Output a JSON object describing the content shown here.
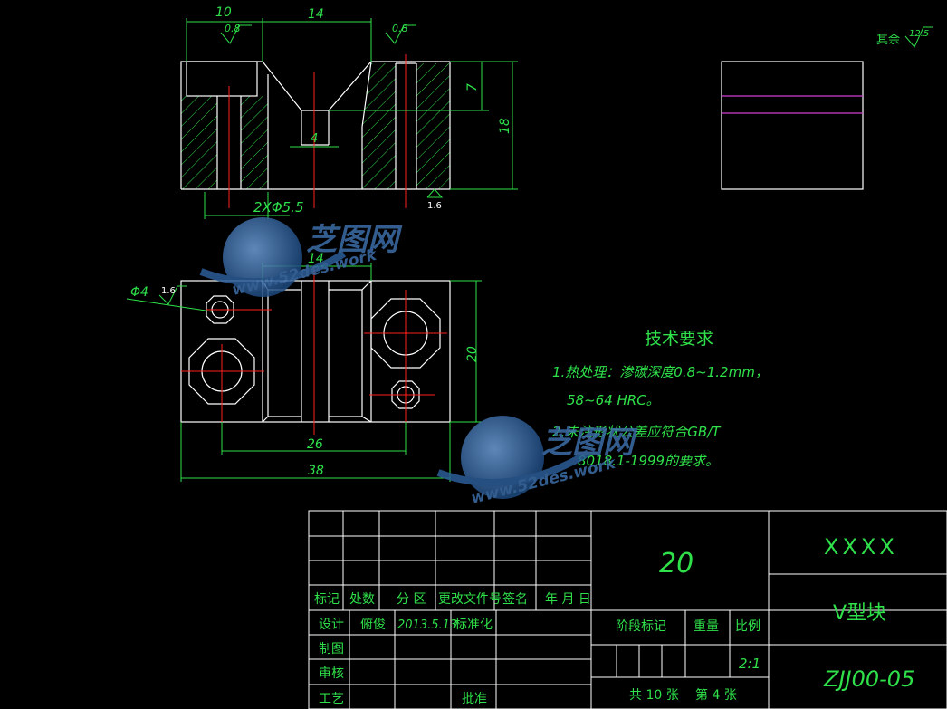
{
  "dimensions": {
    "top_width_left": "10",
    "top_width_mid": "14",
    "top_rough_left": "0.8",
    "top_rough_right": "0.8",
    "depth_7": "7",
    "height_18": "18",
    "groove_bottom": "4",
    "hole_spec": "2XΦ5.5",
    "bottom_rough": "1.6",
    "plan_groove": "14",
    "small_hole": "Φ4",
    "small_hole_rough": "1.6",
    "plan_height": "20",
    "hole_spacing": "26",
    "overall_length": "38"
  },
  "roughness_note": {
    "label": "其余",
    "value": "12.5"
  },
  "tech_requirements": {
    "title": "技术要求",
    "lines": [
      "1.热处理：渗碳深度0.8~1.2mm，",
      "58~64 HRC。",
      "2.未注形状公差应符合GB/T",
      "8018.1-1999的要求。"
    ]
  },
  "title_block": {
    "header_row": [
      "标记",
      "处数",
      "分 区",
      "更改文件号",
      "签名",
      "年 月 日"
    ],
    "designer_label": "设计",
    "designer_name": "俯俊",
    "design_date": "2013.5.13",
    "standardize_label": "标准化",
    "draw_label": "制图",
    "review_label": "审核",
    "process_label": "工艺",
    "approve_label": "批准",
    "material": "20",
    "stage_label": "阶段标记",
    "weight_label": "重量",
    "scale_label": "比例",
    "scale_value": "2:1",
    "sheets_total": "共 10 张",
    "sheet_index": "第 4 张",
    "company": "XXXX",
    "part_name": "V型块",
    "drawing_no": "ZJJ00-05"
  },
  "watermark": {
    "brand": "芝图网",
    "url": "www.52des.work"
  },
  "colors": {
    "outline": "#ffffff",
    "dimension": "#2fe04a",
    "center": "#ff2020",
    "magenta": "#d040d0",
    "watermark": "#3c6ea8"
  }
}
